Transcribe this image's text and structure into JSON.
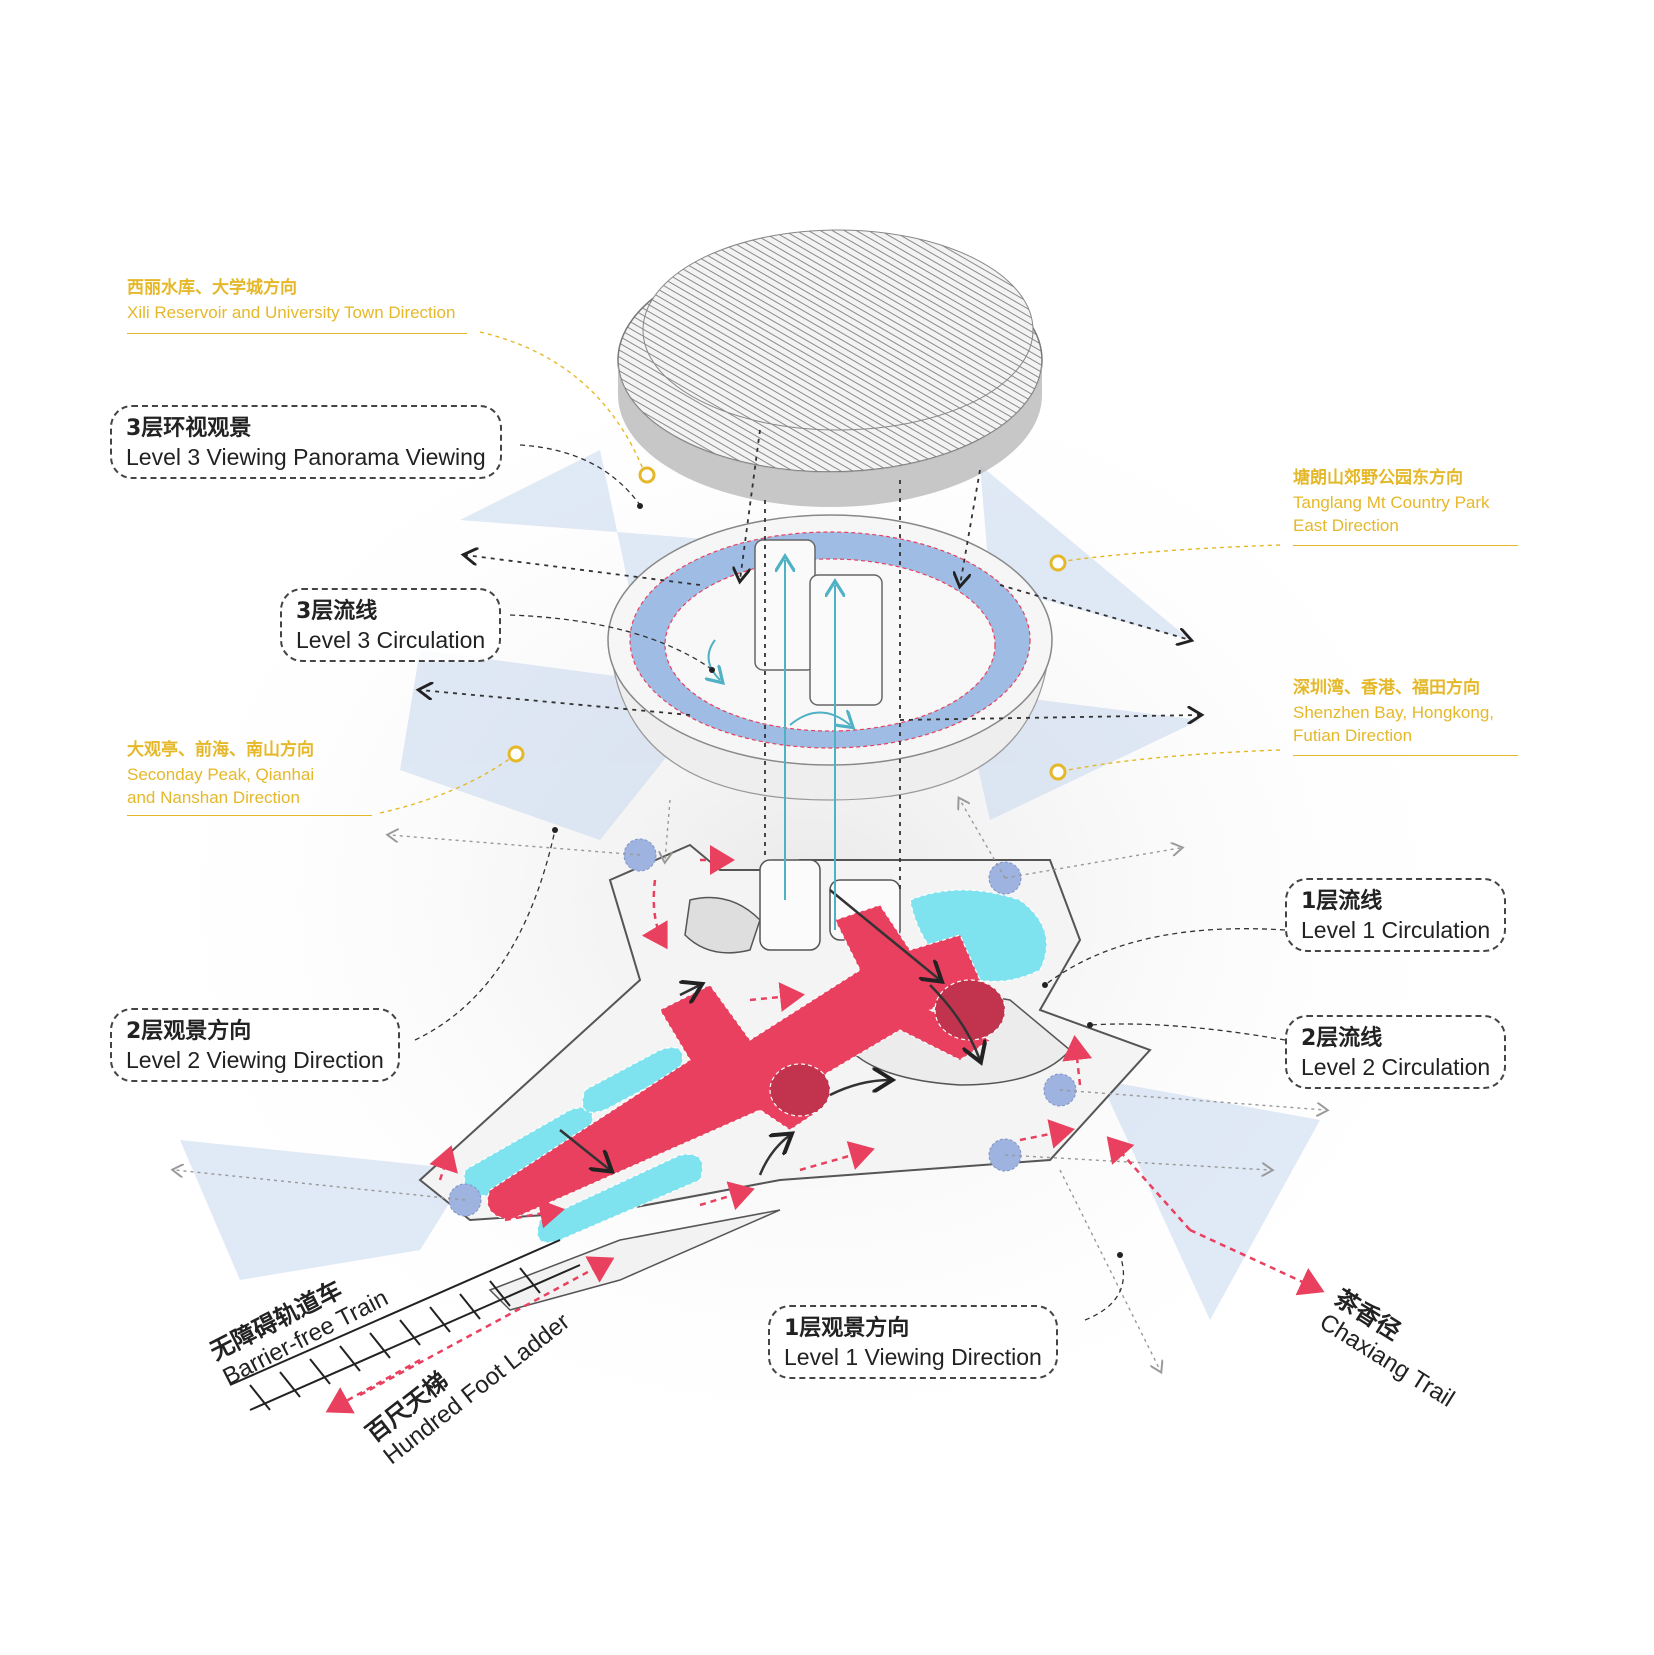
{
  "colors": {
    "circulation_red": "#e8405e",
    "viewing_cyan": "#7fe3ef",
    "ring_blue": "#9fbde4",
    "plane_blue": "#c7d7ee",
    "direction_yellow": "#e5b82a",
    "elevator_teal": "#4fb1c4"
  },
  "labels": {
    "level3_viewing": {
      "cn": "3层环视观景",
      "en": "Level 3 Viewing Panorama Viewing"
    },
    "level3_circulation": {
      "cn": "3层流线",
      "en": "Level 3 Circulation"
    },
    "level2_viewing": {
      "cn": "2层观景方向",
      "en": "Level 2 Viewing Direction"
    },
    "level1_circulation": {
      "cn": "1层流线",
      "en": "Level 1 Circulation"
    },
    "level2_circulation": {
      "cn": "2层流线",
      "en": "Level 2 Circulation"
    },
    "level1_viewing": {
      "cn": "1层观景方向",
      "en": "Level 1 Viewing Direction"
    }
  },
  "directions": {
    "xili": {
      "cn": "西丽水库、大学城方向",
      "en1": "Xili Reservoir and University Town Direction"
    },
    "tanglang": {
      "cn": "塘朗山郊野公园东方向",
      "en1": "Tanglang Mt Country Park",
      "en2": "East Direction"
    },
    "shenzhen": {
      "cn": "深圳湾、香港、福田方向",
      "en1": "Shenzhen Bay, Hongkong,",
      "en2": "Futian Direction"
    },
    "daguan": {
      "cn": "大观亭、前海、南山方向",
      "en1": "Seconday Peak, Qianhai",
      "en2": "and Nanshan Direction"
    }
  },
  "paths": {
    "train": {
      "cn": "无障碍轨道车",
      "en": "Barrier-free Train"
    },
    "ladder": {
      "cn": "百尺天梯",
      "en": "Hundred Foot Ladder"
    },
    "trail": {
      "cn": "茶香径",
      "en": "Chaxiang Trail"
    }
  }
}
